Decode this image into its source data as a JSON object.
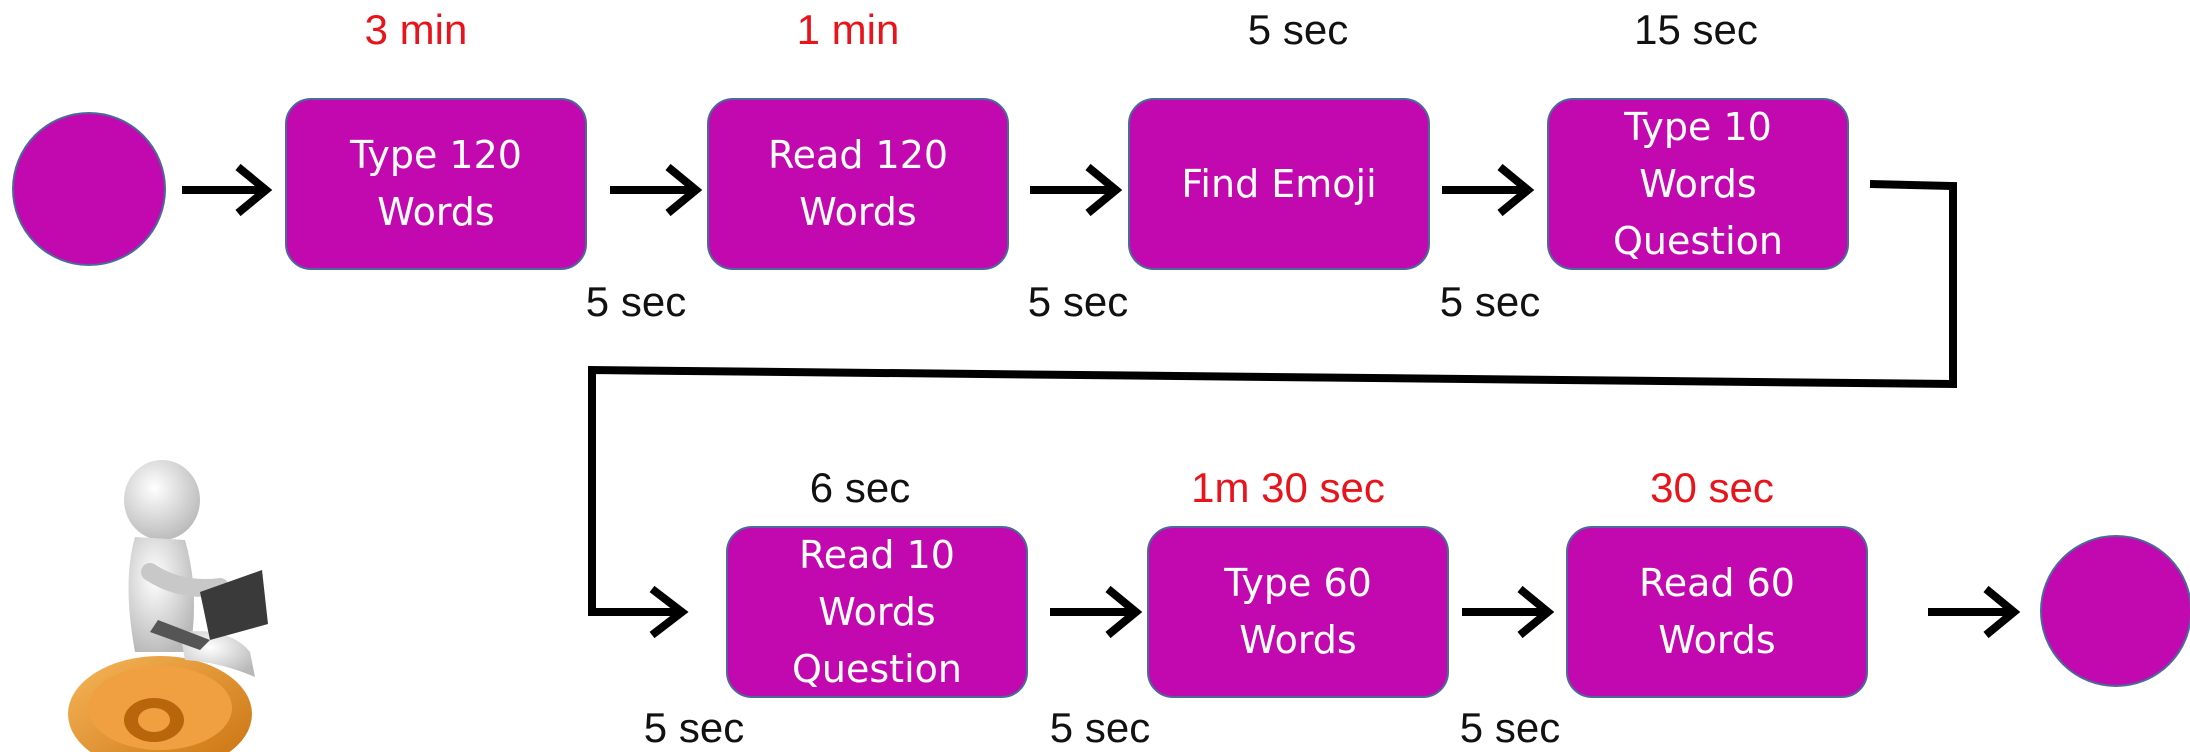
{
  "colors": {
    "node_fill": "#c209b0",
    "node_border": "#4a6a9a",
    "highlight_text": "#e8141c",
    "normal_text": "#111111",
    "connector": "#000000"
  },
  "steps": [
    {
      "label": "Type 120\nWords",
      "duration": "3 min",
      "highlight": true
    },
    {
      "label": "Read 120\nWords",
      "duration": "1 min",
      "highlight": true
    },
    {
      "label": "Find Emoji",
      "duration": "5 sec",
      "highlight": false
    },
    {
      "label": "Type 10\nWords\nQuestion",
      "duration": "15 sec",
      "highlight": false
    },
    {
      "label": "Read 10\nWords\nQuestion",
      "duration": "6 sec",
      "highlight": false
    },
    {
      "label": "Type 60\nWords",
      "duration": "1m 30 sec",
      "highlight": true
    },
    {
      "label": "Read 60\nWords",
      "duration": "30 sec",
      "highlight": true
    }
  ],
  "transitions": [
    "5 sec",
    "5 sec",
    "5 sec",
    "5 sec",
    "5 sec",
    "5 sec"
  ],
  "icons": {
    "start": "start-node-circle",
    "end": "end-node-circle",
    "illustration": "person-with-laptop-on-at-sign-icon"
  }
}
